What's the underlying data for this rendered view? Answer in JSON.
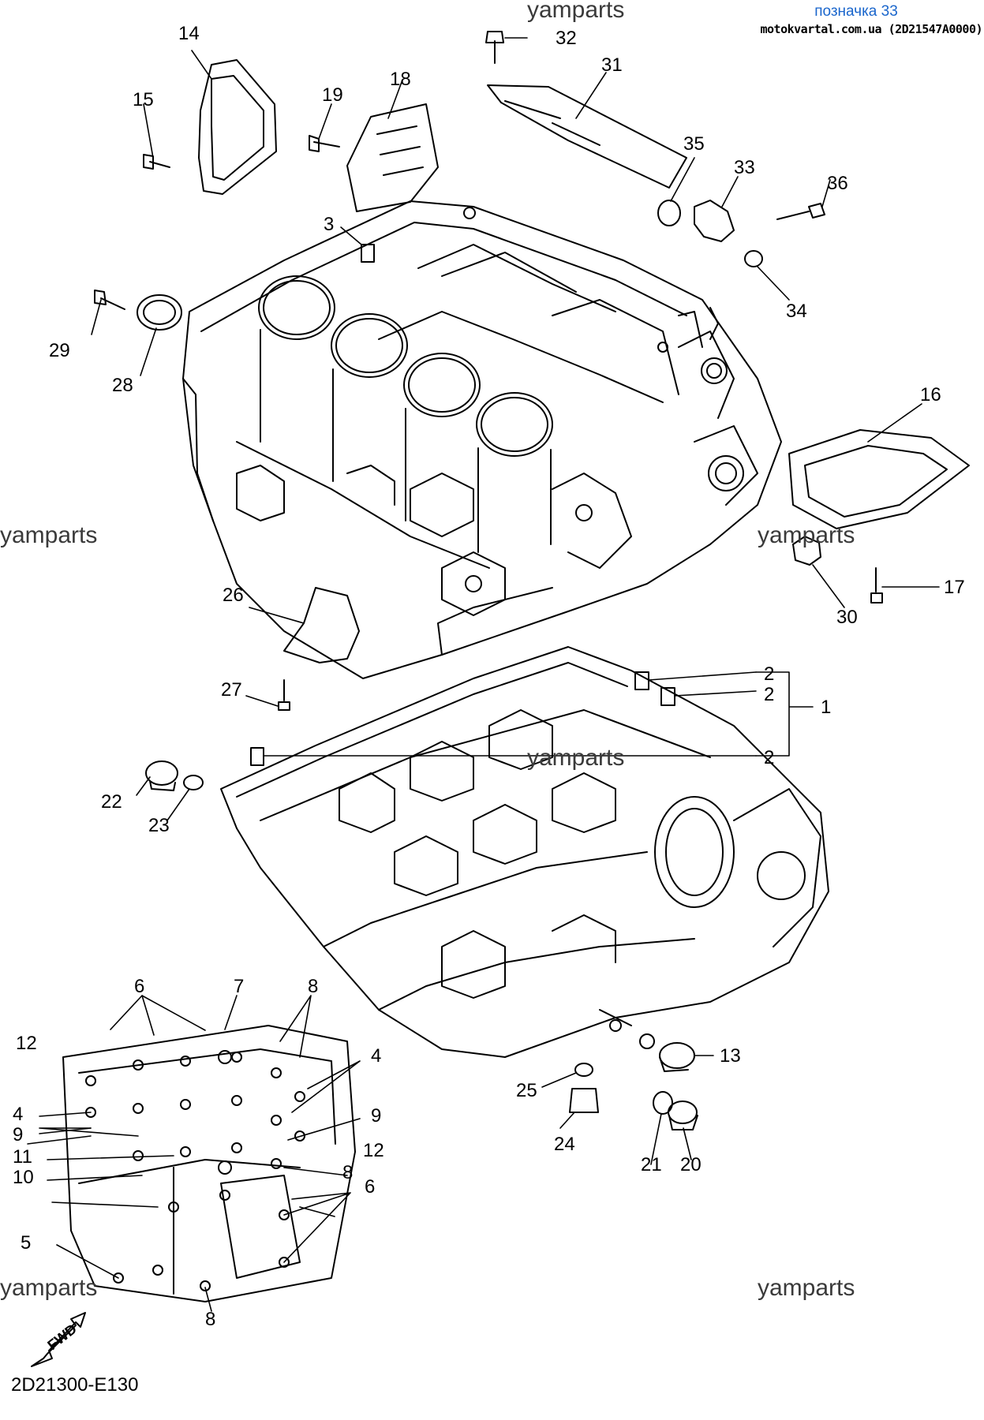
{
  "header": {
    "badge": "позначка 33",
    "source": "motokvartal.com.ua (2D21547A0000)"
  },
  "watermarks": [
    "yamparts",
    "yamparts",
    "yamparts",
    "yamparts",
    "yamparts",
    "yamparts"
  ],
  "callouts": {
    "c1": "1",
    "c2": "2",
    "c3": "3",
    "c4": "4",
    "c5": "5",
    "c6": "6",
    "c7": "7",
    "c8": "8",
    "c9": "9",
    "c10": "10",
    "c11": "11",
    "c12": "12",
    "c13": "13",
    "c14": "14",
    "c15": "15",
    "c16": "16",
    "c17": "17",
    "c18": "18",
    "c19": "19",
    "c20": "20",
    "c21": "21",
    "c22": "22",
    "c23": "23",
    "c24": "24",
    "c25": "25",
    "c26": "26",
    "c27": "27",
    "c28": "28",
    "c29": "29",
    "c30": "30",
    "c31": "31",
    "c32": "32",
    "c33": "33",
    "c34": "34",
    "c35": "35",
    "c36": "36"
  },
  "fwd_label": "FWD",
  "drawing_code": "2D21300-E130"
}
